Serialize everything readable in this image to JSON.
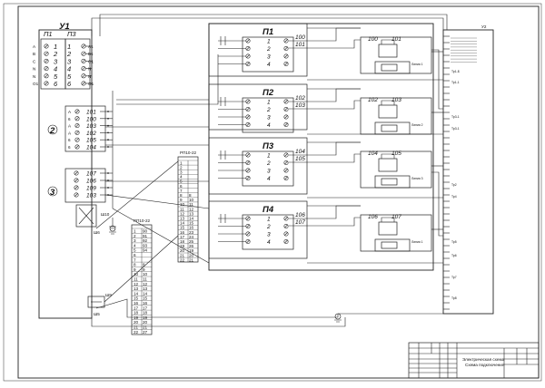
{
  "device_labels": {
    "u1": "У1",
    "u2": "У2",
    "p1_left": "П1",
    "p3_left": "П3"
  },
  "connector_left": {
    "p1_letters": [
      "A",
      "B",
      "C",
      "N",
      "N",
      "O1"
    ],
    "p1_numbers": [
      "1",
      "2",
      "3",
      "4",
      "5",
      "6"
    ],
    "p3_numbers": [
      "1",
      "2",
      "3",
      "4",
      "5",
      "6"
    ],
    "p3_signals": [
      "A1",
      "B1",
      "C1",
      "N",
      "N",
      "O1"
    ]
  },
  "groups": {
    "g2_label": "2",
    "g2_rows": [
      {
        "l": "A",
        "n": "101"
      },
      {
        "l": "6",
        "n": "100"
      },
      {
        "l": "A",
        "n": "103"
      },
      {
        "l": "A",
        "n": "102"
      },
      {
        "l": "6",
        "n": "105"
      },
      {
        "l": "6",
        "n": "104"
      }
    ],
    "g3_label": "3",
    "g3_rows": [
      "107",
      "106",
      "109",
      "103"
    ]
  },
  "modules": [
    {
      "name": "П1",
      "pins": [
        "1",
        "2",
        "3",
        "4"
      ],
      "out": [
        "100",
        "101"
      ],
      "coil": [
        "100",
        "101"
      ]
    },
    {
      "name": "П2",
      "pins": [
        "1",
        "2",
        "3",
        "4"
      ],
      "out": [
        "102",
        "103"
      ],
      "coil": [
        "102",
        "103"
      ]
    },
    {
      "name": "П3",
      "pins": [
        "1",
        "2",
        "3",
        "4"
      ],
      "out": [
        "104",
        "105"
      ],
      "coil": [
        "104",
        "105"
      ]
    },
    {
      "name": "П4",
      "pins": [
        "1",
        "2",
        "3",
        "4"
      ],
      "out": [
        "106",
        "107"
      ],
      "coil": [
        "106",
        "107"
      ]
    }
  ],
  "relay_labels": [
    "Линия 1",
    "Линия 2",
    "Линия 3",
    "Линия 1"
  ],
  "right_labels": [
    "Тр1-Б",
    "Тр1-1",
    "Тр3-1",
    "Тр3-1",
    "Тр2",
    "Тр4",
    "Тр5",
    "Тр6",
    "Тр7",
    "Тр8"
  ],
  "terminal_a": {
    "title": "РП10-22",
    "rows": [
      "1",
      "2",
      "3",
      "4",
      "5",
      "6",
      "7",
      "8",
      "9",
      "10",
      "11",
      "12",
      "13",
      "14",
      "15",
      "16",
      "17",
      "18",
      "19",
      "20",
      "21",
      "22"
    ],
    "right": [
      "",
      "",
      "",
      "",
      "",
      "",
      "",
      "8",
      "10",
      "11",
      "12",
      "13",
      "14",
      "15",
      "16",
      "23",
      "24",
      "25",
      "26",
      "19",
      "20",
      "21"
    ]
  },
  "terminal_b": {
    "title": "РП10-22",
    "rows": [
      "1",
      "2",
      "3",
      "4",
      "5",
      "6",
      "7",
      "8",
      "9",
      "10",
      "11",
      "12",
      "13",
      "14",
      "15",
      "16",
      "17",
      "18",
      "19",
      "20",
      "21",
      "22"
    ],
    "right": [
      "90",
      "91",
      "92",
      "93",
      "94",
      "",
      "",
      "8",
      "9",
      "10",
      "11",
      "12",
      "13",
      "14",
      "15",
      "16",
      "17",
      "18",
      "19",
      "20",
      "21",
      "27"
    ]
  },
  "switch_labels": {
    "sh10": "Ш10",
    "sh6": "Ш6",
    "sh9": "Ш9",
    "sh5": "Ш5"
  },
  "title_block": {
    "title": "Электрическая схема",
    "subtitle": "Схема подключения"
  }
}
